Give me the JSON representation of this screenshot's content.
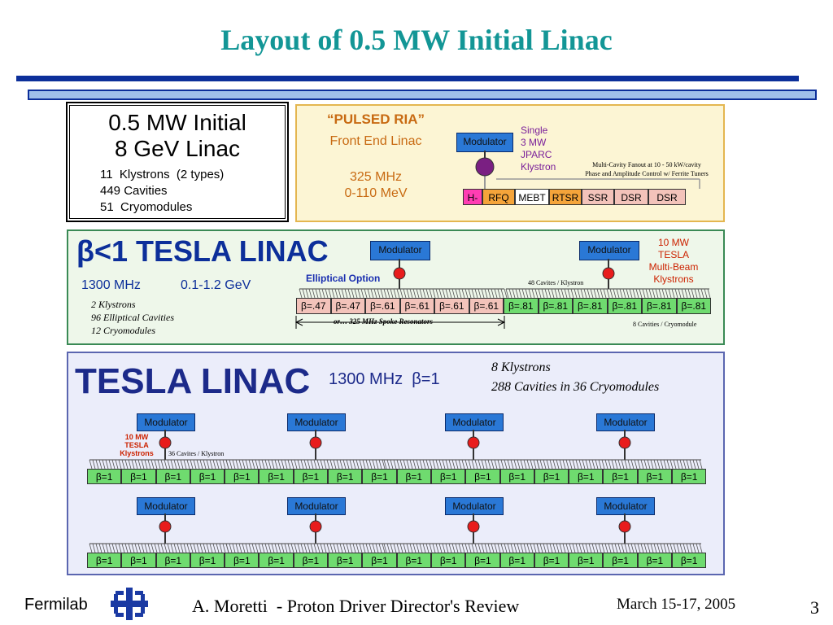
{
  "title": "Layout of 0.5 MW Initial Linac",
  "summary": {
    "line1": "0.5 MW Initial",
    "line2": "8 GeV Linac",
    "items": [
      "11  Klystrons  (2 types)",
      "449 Cavities",
      "51  Cryomodules"
    ]
  },
  "ria": {
    "title": "“PULSED RIA”",
    "subtitle": "Front End Linac",
    "freq": "325 MHz",
    "energy": "0-110 MeV",
    "modulator": "Modulator",
    "klystron_note": [
      "Single",
      "3 MW",
      "JPARC",
      "Klystron"
    ],
    "fanout_note": [
      "Multi-Cavity Fanout at 10 - 50 kW/cavity",
      "Phase and Amplitude Control w/ Ferrite Tuners"
    ],
    "segments": [
      "H-",
      "RFQ",
      "MEBT",
      "RTSR",
      "SSR",
      "DSR",
      "DSR"
    ],
    "colors": {
      "H-": "#ff3db3",
      "RFQ": "#f5a43a",
      "MEBT": "#ffffff",
      "RTSR": "#f5a43a",
      "SSR": "#f3c3ba",
      "DSR": "#f3c3ba"
    }
  },
  "beta1": {
    "title": "β<1 TESLA LINAC",
    "freq": "1300 MHz",
    "energy": "0.1-1.2 GeV",
    "modulator_left": "Modulator",
    "modulator_right": "Modulator",
    "elliptical": "Elliptical Option",
    "klystron_note": [
      "10 MW",
      "TESLA",
      "Multi-Beam",
      "Klystrons"
    ],
    "cav_note": "48 Cavites / Klystron",
    "stats": [
      "2 Klystrons",
      "96 Elliptical Cavities",
      "12 Cryomodules"
    ],
    "cells": [
      "β=.47",
      "β=.47",
      "β=.61",
      "β=.61",
      "β=.61",
      "β=.61",
      "β=.81",
      "β=.81",
      "β=.81",
      "β=.81",
      "β=.81",
      "β=.81"
    ],
    "spoke_note": "or… 325 MHz Spoke Resonators",
    "cryo_note": "8 Cavities / Cryomodule",
    "colors": {
      "low": "#f3c3ba",
      "high": "#6fdb6f"
    }
  },
  "tesla": {
    "title": "TESLA LINAC",
    "freq_beta": "1300 MHz  β=1",
    "klystrons": "8 Klystrons",
    "cavities": "288 Cavities in 36 Cryomodules",
    "modulator": "Modulator",
    "klystron_note": [
      "10 MW",
      "TESLA",
      "Klystrons"
    ],
    "cav_note": "36 Cavites / Klystron",
    "cell_label": "β=1",
    "cells_per_row": 18,
    "colors": {
      "cell": "#6fdb6f"
    }
  },
  "footer": {
    "lab": "Fermilab",
    "presenter": "A. Moretti  - Proton Driver Director's Review",
    "date": "March 15-17, 2005",
    "page": "3"
  }
}
